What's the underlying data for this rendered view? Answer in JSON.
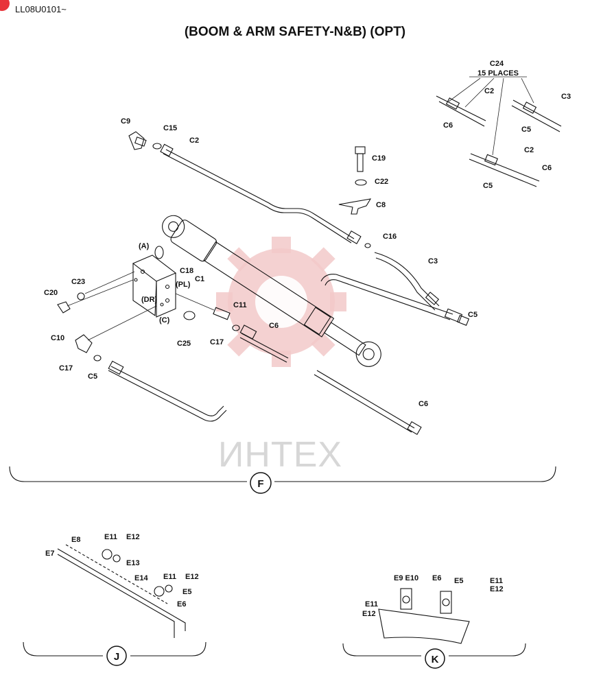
{
  "header": {
    "doc_code": "LL08U0101~",
    "title": "(BOOM & ARM SAFETY-N&B) (OPT)"
  },
  "watermark": {
    "text": "ИНТЕХ",
    "color": "#f2c9c9"
  },
  "section_f": {
    "bubble": "F",
    "inset_heading_1": "C24",
    "inset_heading_2": "15 PLACES",
    "parts": {
      "c9": "C9",
      "c15": "C15",
      "c2": "C2",
      "c19": "C19",
      "c22": "C22",
      "c8": "C8",
      "c16": "C16",
      "c3": "C3",
      "c5": "C5",
      "c6": "C6",
      "c18": "C18",
      "c1": "C1",
      "c23": "C23",
      "c20": "C20",
      "c11": "C11",
      "c17": "C17",
      "c25": "C25",
      "c10": "C10"
    },
    "ports": {
      "a": "(A)",
      "pl": "(PL)",
      "dr": "(DR)",
      "c": "(C)"
    },
    "inset": {
      "c2a": "C2",
      "c3": "C3",
      "c6a": "C6",
      "c5a": "C5",
      "c2b": "C2",
      "c6b": "C6",
      "c5b": "C5"
    }
  },
  "section_j": {
    "bubble": "J",
    "parts": {
      "e8": "E8",
      "e11a": "E11",
      "e12a": "E12",
      "e7": "E7",
      "e13": "E13",
      "e14": "E14",
      "e11b": "E11",
      "e12b": "E12",
      "e5": "E5",
      "e6": "E6"
    }
  },
  "section_k": {
    "bubble": "K",
    "parts": {
      "e9e10": "E9 E10",
      "e6": "E6",
      "e5": "E5",
      "e11a": "E11",
      "e12a": "E12",
      "e11b": "E11",
      "e12b": "E12"
    }
  }
}
